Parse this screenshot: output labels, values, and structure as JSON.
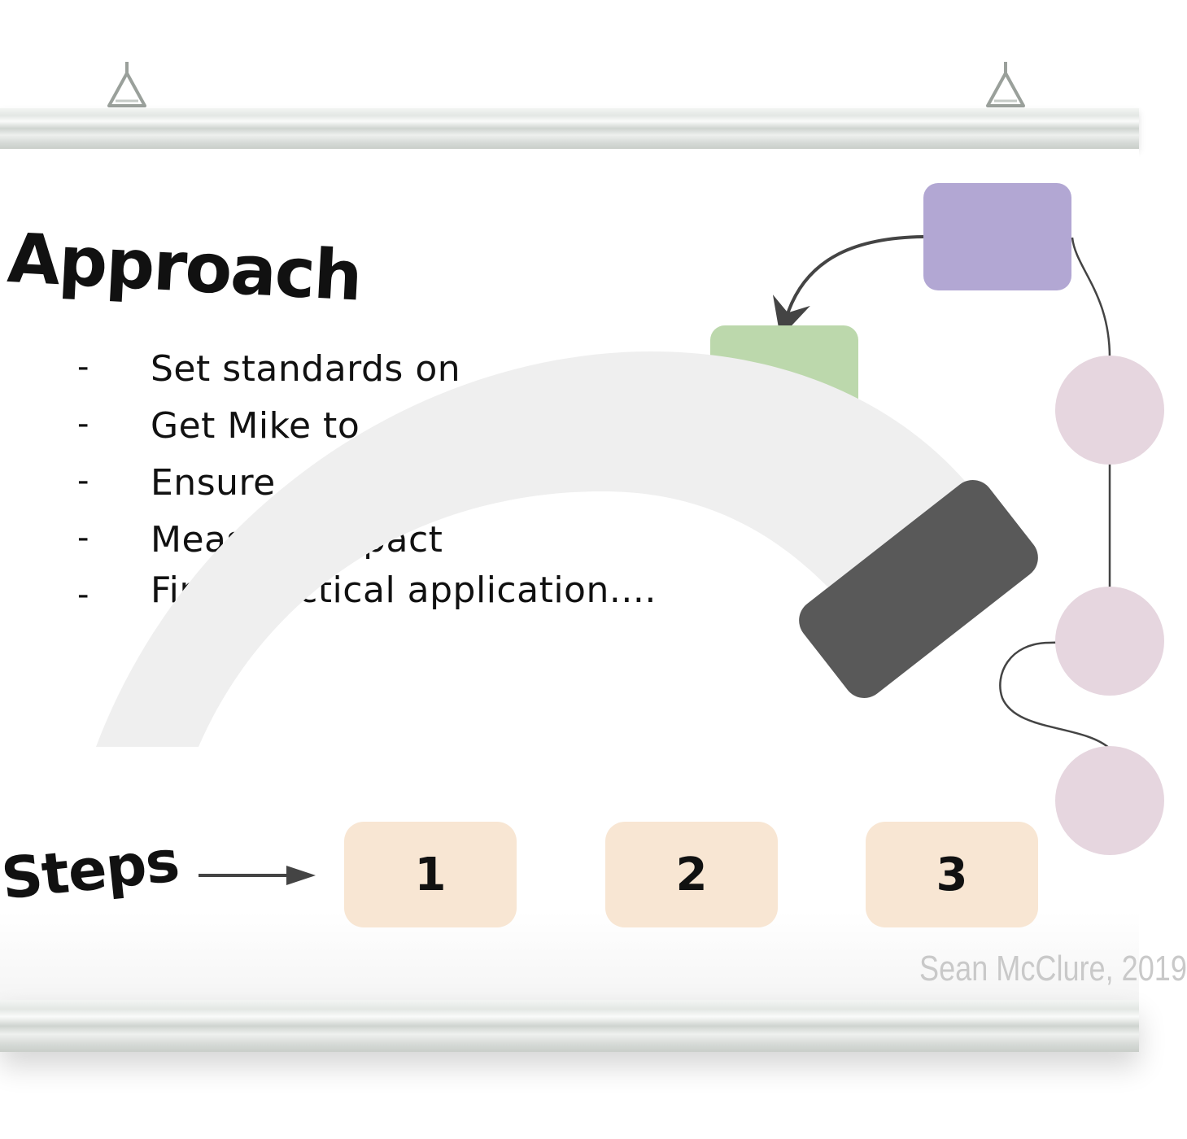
{
  "title": "Approach",
  "bullets": [
    {
      "dash": "-",
      "text": "Set standards on"
    },
    {
      "dash": "-",
      "text": "Get Mike to"
    },
    {
      "dash": "-",
      "text": "Ensure"
    },
    {
      "dash": "-",
      "text": "Measure impact"
    },
    {
      "dash": "-",
      "text": "Find practical application...."
    }
  ],
  "steps": {
    "label": "Steps",
    "items": [
      "1",
      "2",
      "3"
    ]
  },
  "credit": "Sean McClure, 2019",
  "colors": {
    "purple_box": "#b2a7d3",
    "green_box": "#bcd8ac",
    "pink_circle": "#e6d6df",
    "arc": "#efefef",
    "dark_bar": "#595959",
    "step_box": "#f8e6d3",
    "ink": "#111111",
    "credit": "#c9c9c9"
  }
}
